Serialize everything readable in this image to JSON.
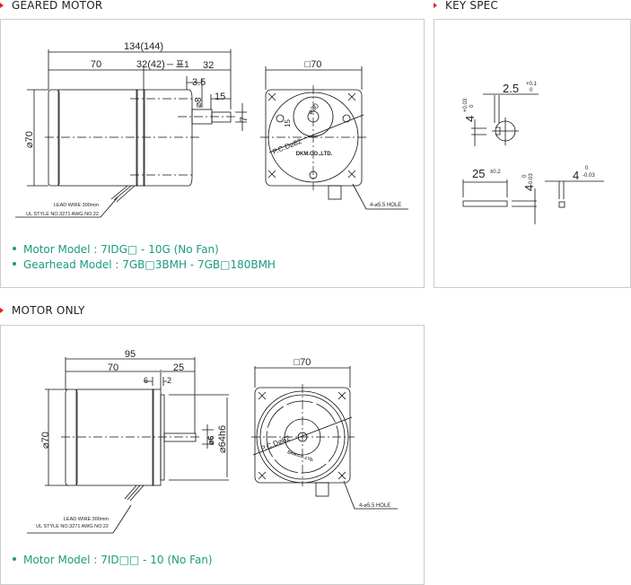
{
  "geared_motor": {
    "heading": "GEARED MOTOR",
    "dims": {
      "overall": "134(144)",
      "motor_len": "70",
      "gear_len": "32(42)",
      "gear_suffix": "─ 표1",
      "shaft_len": "32",
      "step": "3.5",
      "key_len": "15",
      "shaft_dia": "⌀8",
      "flat": "7",
      "body_dia": "⌀70",
      "square": "□70",
      "boss_dia": "⌀30",
      "offset": "15",
      "pcd": "P.C.D⌀82",
      "brand": "DKM.CO.,LTD.",
      "hole": "4-⌀5.5 HOLE",
      "lead1": "LEAD WIRE 300mm",
      "lead2": "UL STYLE NO.3271 AWG NO.22"
    },
    "bullets": [
      "Motor Model : 7IDG□ - 10G (No Fan)",
      "Gearhead Model : 7GB□3BMH - 7GB□180BMH"
    ]
  },
  "key_spec": {
    "heading": "KEY SPEC",
    "dims": {
      "w": "2.5",
      "w_tol_up": "+0.1",
      "w_tol_lo": "0",
      "h": "4",
      "h_tol_up": "+0.03",
      "h_tol_lo": "0",
      "len": "25",
      "len_tol": "±0.2",
      "kh": "4",
      "kh_tol_up": "0",
      "kh_tol_lo": "-0.03",
      "kw": "4",
      "kw_tol_up": "0",
      "kw_tol_lo": "-0.03"
    }
  },
  "motor_only": {
    "heading": "MOTOR ONLY",
    "dims": {
      "overall": "95",
      "motor_len": "70",
      "shaft_len": "25",
      "a": "6",
      "b": "2",
      "body_dia": "⌀70",
      "shaft_dia": "⌀6",
      "pilot": "⌀64h6",
      "square": "□70",
      "pcd": "P.C.D⌀82",
      "brand": "DKM.CO.,LTD.",
      "hole": "4-⌀5.5 HOLE",
      "lead1": "LEAD WIRE 300mm",
      "lead2": "UL STYLE NO.3271 AWG NO.22"
    },
    "bullets": [
      "Motor Model : 7ID□□ - 10 (No Fan)"
    ]
  }
}
